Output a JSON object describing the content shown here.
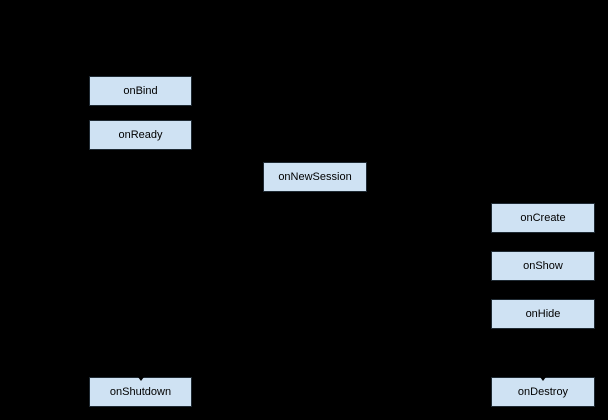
{
  "diagram": {
    "type": "lifecycle-flowchart",
    "background_color": "#000000",
    "node_fill_color": "#cfe2f3",
    "node_border_color": "#1f2a33",
    "node_text_color": "#000000",
    "nodes": [
      {
        "id": "onBind",
        "label": "onBind"
      },
      {
        "id": "onReady",
        "label": "onReady"
      },
      {
        "id": "onNewSession",
        "label": "onNewSession"
      },
      {
        "id": "onCreate",
        "label": "onCreate"
      },
      {
        "id": "onShow",
        "label": "onShow"
      },
      {
        "id": "onHide",
        "label": "onHide"
      },
      {
        "id": "onShutdown",
        "label": "onShutdown"
      },
      {
        "id": "onDestroy",
        "label": "onDestroy"
      }
    ]
  }
}
